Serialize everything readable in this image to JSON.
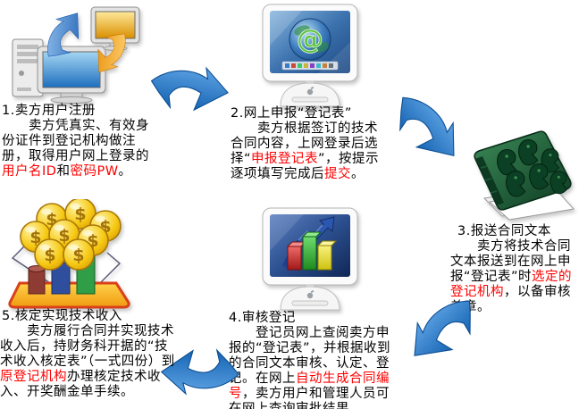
{
  "page": {
    "background": "#ffffff"
  },
  "palette": {
    "arrow_blue": "#1b72c6",
    "arrow_blue_dark": "#0e4f94",
    "highlight_red": "#ff0000",
    "text_black": "#000000",
    "book_green": "#1d5c38",
    "coin_gold": "#f3c012"
  },
  "flow": {
    "steps": [
      {
        "id": 1,
        "icon": "computers-sync-icon",
        "title": "1.卖方用户注册",
        "body": [
          {
            "text": "　　卖方凭真实、有效身份证件到登记机构做注册，取得用户网上登录的",
            "color": "#000000"
          },
          {
            "text": "用户名ID",
            "color": "#ff0000"
          },
          {
            "text": "和",
            "color": "#000000"
          },
          {
            "text": "密码PW",
            "color": "#ff0000"
          },
          {
            "text": "。",
            "color": "#000000"
          }
        ]
      },
      {
        "id": 2,
        "icon": "imac-at-globe-icon",
        "title": "2.网上申报“登记表”",
        "body": [
          {
            "text": "　　卖方根据签订的技术合同内容，上网登录后选择“",
            "color": "#000000"
          },
          {
            "text": "申报登记表",
            "color": "#ff0000"
          },
          {
            "text": "”，按提示逐项填写完成后",
            "color": "#000000"
          },
          {
            "text": "提交",
            "color": "#ff0000"
          },
          {
            "text": "。",
            "color": "#000000"
          }
        ]
      },
      {
        "id": 3,
        "icon": "green-contacts-book-icon",
        "title": "3.报送合同文本",
        "body": [
          {
            "text": "　　卖方将技术合同文本报送到在网上申报“登记表”时",
            "color": "#000000"
          },
          {
            "text": "选定的登记机构",
            "color": "#ff0000"
          },
          {
            "text": "，以备审核盖章。",
            "color": "#000000"
          }
        ]
      },
      {
        "id": 4,
        "icon": "imac-bar-chart-icon",
        "title": "4.审核登记",
        "body": [
          {
            "text": "　　登记员网上查阅卖方申报的“登记表”，并根据收到的合同文本审核、认定、登记。在网上",
            "color": "#000000"
          },
          {
            "text": "自动生成合同编号",
            "color": "#ff0000"
          },
          {
            "text": "，卖方用户和管理人员可在网上查询审批结果。",
            "color": "#000000"
          }
        ]
      },
      {
        "id": 5,
        "icon": "money-coins-tray-icon",
        "title": "5.核定实现技术收入",
        "body": [
          {
            "text": "　　卖方履行合同并实现技术收入后，持财务科开据的“技术收入核定表”（一式四份）到",
            "color": "#000000"
          },
          {
            "text": "原登记机构",
            "color": "#ff0000"
          },
          {
            "text": "办理核定技术收入、开奖酬金单手续。",
            "color": "#000000"
          }
        ]
      }
    ],
    "arrows": [
      {
        "from": 1,
        "to": 2,
        "icon": "flow-arrow-icon",
        "direction": "right"
      },
      {
        "from": 2,
        "to": 3,
        "icon": "flow-arrow-icon",
        "direction": "down-right"
      },
      {
        "from": 3,
        "to": 4,
        "icon": "flow-arrow-icon",
        "direction": "down-left"
      },
      {
        "from": 4,
        "to": 5,
        "icon": "flow-arrow-icon",
        "direction": "left"
      }
    ]
  }
}
